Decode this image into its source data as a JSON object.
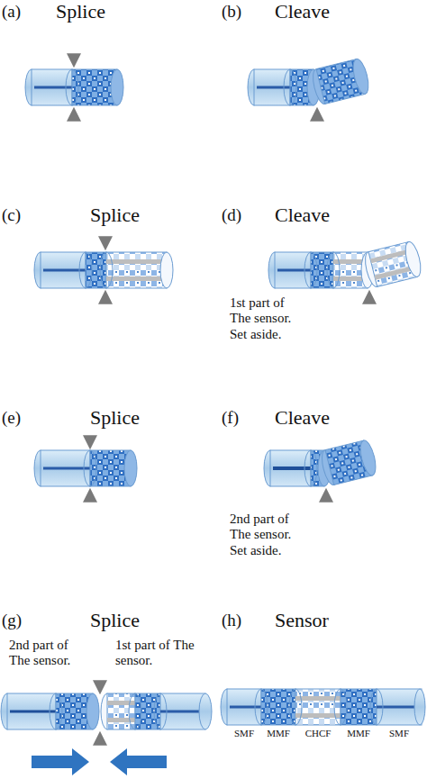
{
  "diagram": {
    "labels": [
      "(a)",
      "Splice",
      "(b)",
      "Cleave",
      "(c)",
      "Splice",
      "(d)",
      "Cleave",
      "1st part of The sensor. Set aside.",
      "(e)",
      "Splice",
      "(f)",
      "Cleave",
      "2nd part of The sensor. Set aside.",
      "(g)",
      "Splice",
      "2nd part of The sensor.",
      "1st part of The sensor.",
      "(h)",
      "Sensor",
      "SMF",
      "MMF",
      "CHCF",
      "MMF",
      "SMF"
    ]
  }
}
